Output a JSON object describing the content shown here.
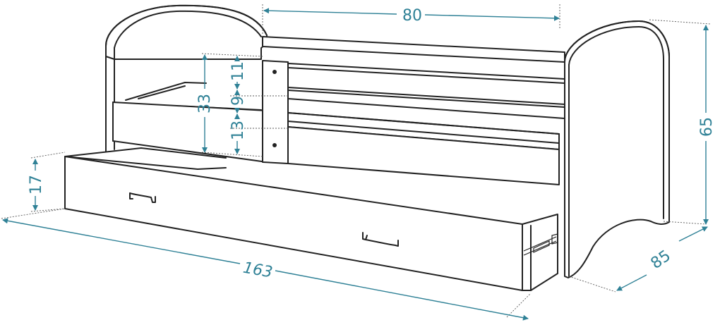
{
  "diagram": {
    "accent_color": "#2f8196",
    "line_color": "#222222",
    "dimensions": {
      "width_80": "80",
      "height_65": "65",
      "depth_85": "85",
      "length_163": "163",
      "drawer_17": "17",
      "rail_33": "33",
      "rail_11": "11",
      "rail_9": "9",
      "rail_13": "13"
    }
  }
}
